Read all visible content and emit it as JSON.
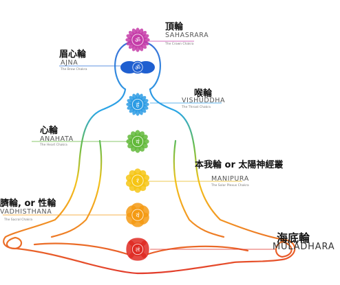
{
  "chakras": {
    "crown": {
      "cn": "頂輪",
      "en": "SAHASRARA",
      "sub": "The Crown Chakra",
      "color": "#c53ca8"
    },
    "brow": {
      "cn": "眉心輪",
      "en": "AJNA",
      "sub": "The Brow Chakra",
      "color": "#1f5fd0"
    },
    "throat": {
      "cn": "喉輪",
      "en": "VISHUDDHA",
      "sub": "The Throat Chakra",
      "color": "#2b9be4"
    },
    "heart": {
      "cn": "心輪",
      "en": "ANAHATA",
      "sub": "The Heart Chakra",
      "color": "#62b93a"
    },
    "solar": {
      "cn": "本我輪 or 太陽神經叢",
      "en": "MANIPURA",
      "sub": "The Solar Plexus Chakra",
      "color": "#f6c514"
    },
    "sacral": {
      "cn": "臍輪, or 性輪",
      "en": "VADHISTHANA",
      "sub": "The Sacral Chakra",
      "color": "#f49a13"
    },
    "root": {
      "cn": "海底輪",
      "en": "MULADHARA",
      "sub": "",
      "color": "#df2a22"
    }
  },
  "glyphs": {
    "crown": "ॐ",
    "brow": "ॐ",
    "throat": "हं",
    "heart": "यं",
    "solar": "रं",
    "sacral": "वं",
    "root": "लं"
  },
  "body_outline_colors": [
    "#c53ca8",
    "#1f5fd0",
    "#2b9be4",
    "#62b93a",
    "#f6c514",
    "#f49a13",
    "#df2a22"
  ]
}
